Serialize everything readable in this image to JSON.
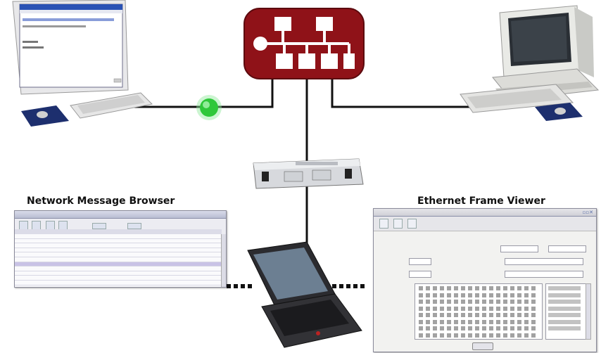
{
  "captions": {
    "message_browser": "Network Message Browser",
    "frame_viewer": "Ethernet Frame Viewer"
  },
  "colors": {
    "switch_fill": "#8f1218",
    "cable": "#111111",
    "link_indicator": "#2fc83a",
    "mousepad": "#1d2f6e"
  },
  "icons": {
    "switch": "network-switch-icon",
    "tap": "network-tap-device",
    "link": "link-activity-indicator"
  }
}
